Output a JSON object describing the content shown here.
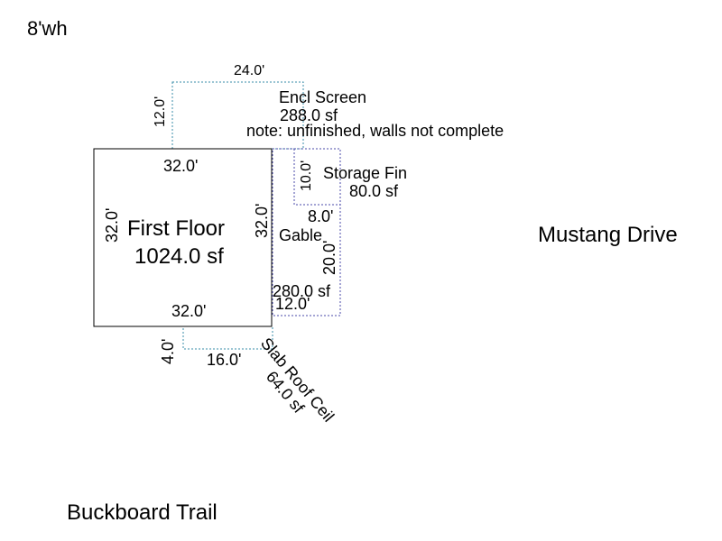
{
  "wall_height": "8'wh",
  "rooms": {
    "first_floor": {
      "name": "First Floor",
      "area": "1024.0 sf",
      "top": "32.0'",
      "left": "32.0'",
      "right": "32.0'",
      "bottom": "32.0'"
    },
    "encl_screen": {
      "name": "Encl Screen",
      "area": "288.0 sf",
      "width": "24.0'",
      "depth": "12.0'",
      "note": "note: unfinished, walls not complete"
    },
    "storage_fin": {
      "name": "Storage Fin",
      "area": "80.0 sf",
      "depth": "10.0'",
      "width": "8.0'"
    },
    "gable": {
      "name": "Gable",
      "area": "280.0 sf",
      "depth": "20.0'",
      "width": "12.0'"
    },
    "slab": {
      "name": "Slab Roof Ceil",
      "area": "64.0 sf",
      "depth": "4.0'",
      "width": "16.0'"
    }
  },
  "streets": {
    "east": "Mustang Drive",
    "south": "Buckboard Trail"
  }
}
